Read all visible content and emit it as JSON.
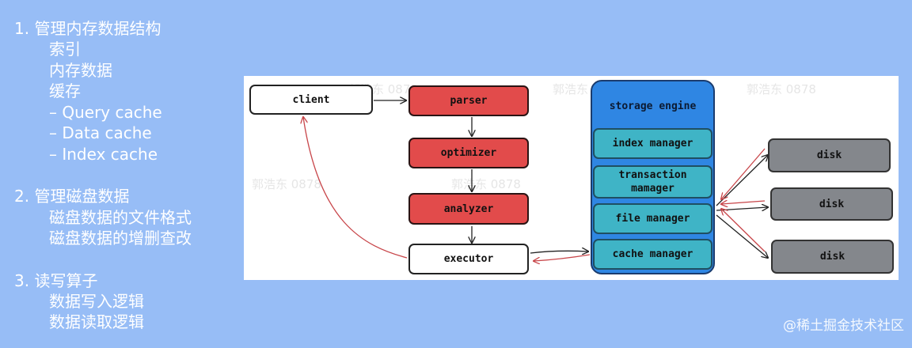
{
  "outline": {
    "section1": {
      "title": "1. 管理内存数据结构",
      "items": [
        "索引",
        "内存数据",
        "缓存"
      ],
      "cache_items": [
        "– Query cache",
        "– Data cache",
        "– Index cache"
      ]
    },
    "section2": {
      "title": "2. 管理磁盘数据",
      "items": [
        "磁盘数据的文件格式",
        "磁盘数据的增删查改"
      ]
    },
    "section3": {
      "title": "3. 读写算子",
      "items": [
        "数据写入逻辑",
        "数据读取逻辑"
      ]
    }
  },
  "diagram": {
    "client": "client",
    "parser": "parser",
    "optimizer": "optimizer",
    "analyzer": "analyzer",
    "executor": "executor",
    "storage_engine": {
      "title": "storage engine",
      "index_manager": "index manager",
      "transaction_manager": "transaction mamager",
      "file_manager": "file manager",
      "cache_manager": "cache manager"
    },
    "disks": [
      "disk",
      "disk",
      "disk"
    ],
    "watermark": "郭浩东 0878"
  },
  "footer_watermark": "@稀土掘金技术社区",
  "colors": {
    "background": "#97bdf6",
    "red_box": "#e24b4b",
    "teal_box": "#3fb4c6",
    "engine_blue": "#2f86e3",
    "disk_gray": "#84878c",
    "return_arrow": "#c8464a"
  }
}
